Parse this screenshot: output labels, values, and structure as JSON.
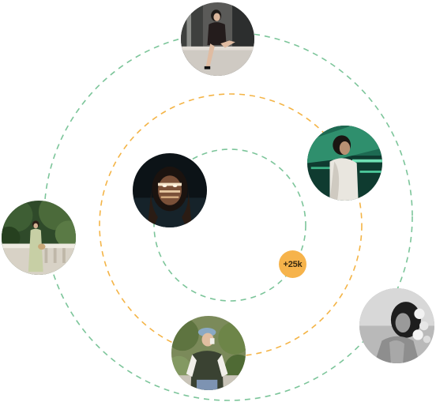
{
  "colors": {
    "green_orbit": "#7cc59a",
    "orange_orbit": "#f4b446",
    "badge": "#f6b34b"
  },
  "badge": {
    "label": "+25k"
  },
  "avatars": [
    {
      "name": "avatar-woman-seated-on-ledge",
      "description_icon": "person-photo"
    },
    {
      "name": "avatar-woman-green-neon",
      "description_icon": "person-photo"
    },
    {
      "name": "avatar-face-light-stripes",
      "description_icon": "person-photo"
    },
    {
      "name": "avatar-woman-garden-balustrade",
      "description_icon": "person-photo"
    },
    {
      "name": "avatar-woman-bw-flowers",
      "description_icon": "person-photo"
    },
    {
      "name": "avatar-woman-cap-drinking",
      "description_icon": "person-photo"
    }
  ]
}
